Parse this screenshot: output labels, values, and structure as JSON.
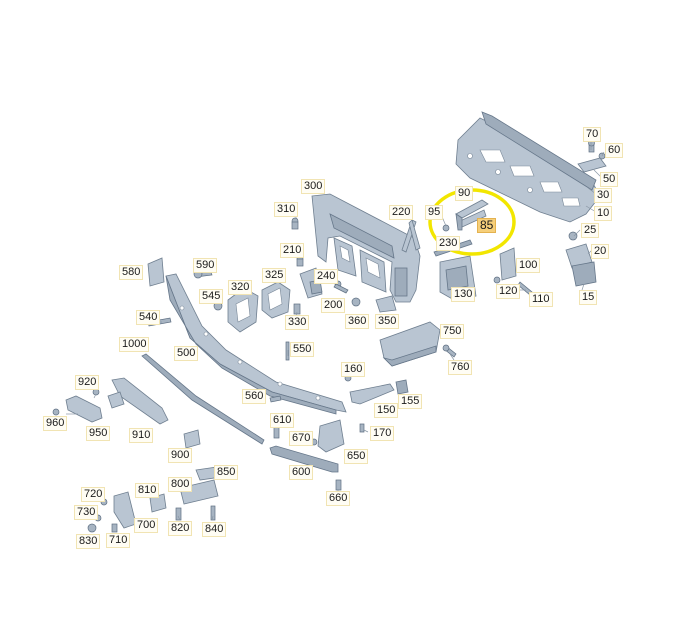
{
  "highlight": {
    "color": "#f2e600",
    "label_bg": "#f6cf7a"
  },
  "colors": {
    "part_fill": "#b9c5d2",
    "part_stroke": "#6f7f90",
    "label_bg": "#fffdf4"
  },
  "labels": {
    "l70": "70",
    "l60": "60",
    "l50": "50",
    "l30": "30",
    "l10": "10",
    "l25": "25",
    "l20": "20",
    "l15": "15",
    "l85": "85",
    "l95": "95",
    "l90": "90",
    "l230": "230",
    "l220": "220",
    "l300": "300",
    "l310": "310",
    "l100": "100",
    "l120": "120",
    "l110": "110",
    "l130": "130",
    "l210": "210",
    "l240": "240",
    "l200": "200",
    "l360": "360",
    "l350": "350",
    "l590": "590",
    "l580": "580",
    "l545": "545",
    "l320": "320",
    "l325": "325",
    "l330": "330",
    "l540": "540",
    "l500": "500",
    "l550": "550",
    "l1000": "1000",
    "l750": "750",
    "l760": "760",
    "l920": "920",
    "l960": "960",
    "l950": "950",
    "l910": "910",
    "l900": "900",
    "l160": "160",
    "l150": "150",
    "l155": "155",
    "l170": "170",
    "l560": "560",
    "l610": "610",
    "l670": "670",
    "l650": "650",
    "l600": "600",
    "l660": "660",
    "l850": "850",
    "l800": "800",
    "l810": "810",
    "l720": "720",
    "l730": "730",
    "l700": "700",
    "l820": "820",
    "l840": "840",
    "l830": "830",
    "l710": "710"
  }
}
